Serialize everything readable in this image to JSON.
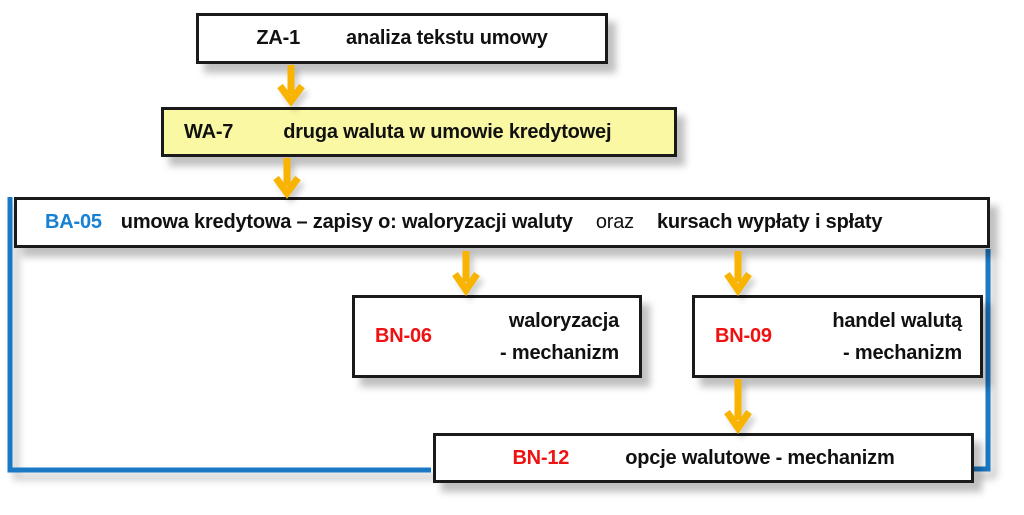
{
  "diagram": {
    "colors": {
      "arrow": "#f8b400",
      "connector": "#1a78c4",
      "code_blue": "#1680d2",
      "code_red": "#ef1212",
      "node_yellow_fill": "#faf8a3",
      "node_border": "#1a1a1a"
    },
    "nodes": {
      "za1": {
        "code": "ZA-1",
        "label": "analiza tekstu umowy"
      },
      "wa7": {
        "code": "WA-7",
        "label": "druga waluta w umowie kredytowej"
      },
      "ba05": {
        "code": "BA-05",
        "label_part1": "umowa kredytowa – zapisy o: waloryzacji waluty",
        "label_part2": "oraz",
        "label_part3": "kursach wypłaty i spłaty"
      },
      "bn06": {
        "code": "BN-06",
        "line1": "waloryzacja",
        "line2": "- mechanizm"
      },
      "bn09": {
        "code": "BN-09",
        "line1": "handel walutą",
        "line2": "- mechanizm"
      },
      "bn12": {
        "code": "BN-12",
        "label": "opcje walutowe - mechanizm"
      }
    }
  }
}
